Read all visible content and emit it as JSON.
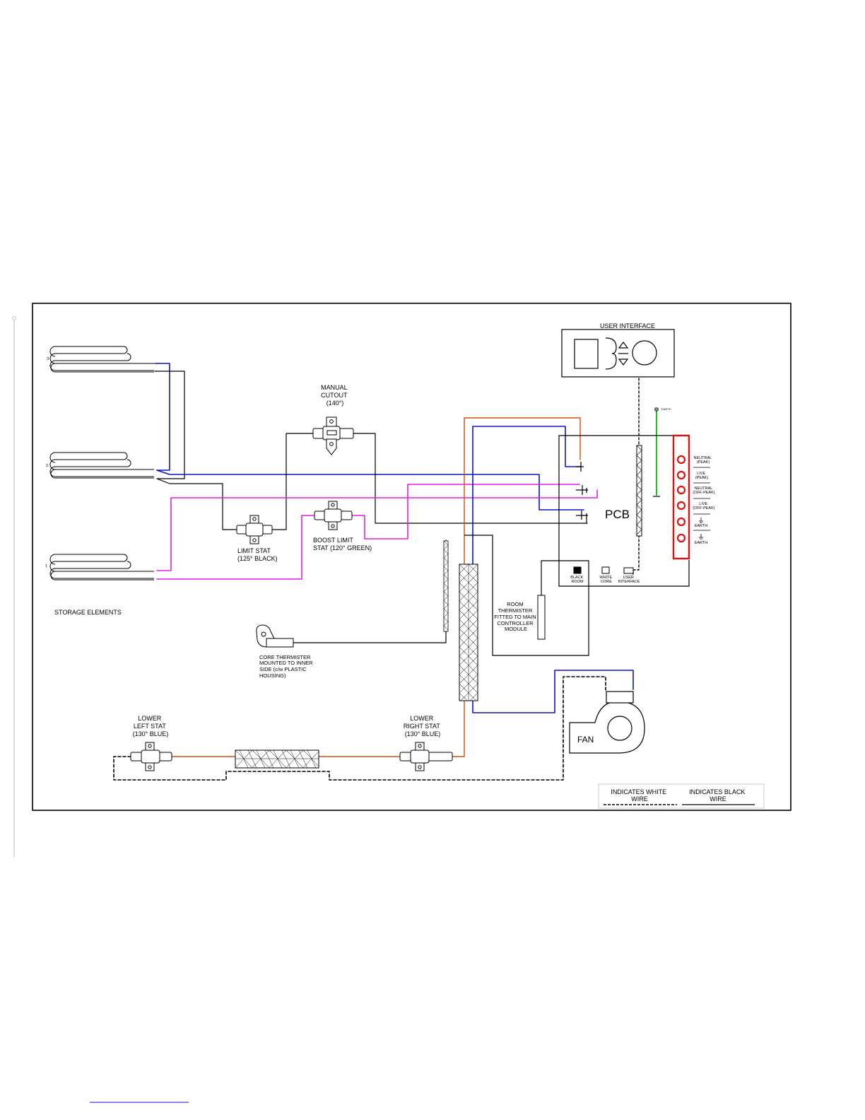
{
  "colors": {
    "frame": "#000000",
    "wire_black": "#000000",
    "wire_blue": "#1010c8",
    "wire_magenta": "#e020e0",
    "wire_orange": "#d05010",
    "wire_green": "#20c020",
    "terminal_red": "#e01010"
  },
  "labels": {
    "element_3": "3",
    "element_2": "2",
    "element_1": "1",
    "storage_elements": "STORAGE ELEMENTS",
    "manual_cutout": [
      "MANUAL",
      "CUTOUT",
      "(140°)"
    ],
    "limit_stat": [
      "LIMIT STAT",
      "(125° BLACK)"
    ],
    "boost_limit_stat": [
      "BOOST LIMIT",
      "STAT (120° GREEN)"
    ],
    "user_interface": "USER INTERFACE",
    "pcb": "PCB",
    "earth_small": "EARTH",
    "terminals": [
      [
        "NEUTRAL",
        "(PEAK)"
      ],
      [
        "LIVE",
        "(PEAK)"
      ],
      [
        "NEUTRAL",
        "(OFF-PEAK)"
      ],
      [
        "LIVE",
        "(OFF-PEAK)"
      ],
      [
        "EARTH"
      ],
      [
        "EARTH"
      ]
    ],
    "connectors": {
      "black_room": [
        "BLACK",
        "ROOM"
      ],
      "white_core": [
        "WHITE",
        "CORE"
      ],
      "user_interface": [
        "USER",
        "INTERFACE"
      ]
    },
    "room_thermistor": [
      "ROOM",
      "THERMISTER",
      "FITTED TO MAIN",
      "CONTROLLER",
      "MODULE"
    ],
    "core_thermistor": [
      "CORE THERMISTER",
      "MOUNTED TO INNER",
      "SIDE (c/w PLASTIC",
      "HOUSING)"
    ],
    "lower_left_stat": [
      "LOWER",
      "LEFT STAT",
      "(130° BLUE)"
    ],
    "lower_right_stat": [
      "LOWER",
      "RIGHT STAT",
      "(130° BLUE)"
    ],
    "fan": "FAN"
  },
  "legend": {
    "white_wire": [
      "INDICATES  WHITE",
      "WIRE"
    ],
    "black_wire": [
      "INDICATES  BLACK",
      "WIRE"
    ]
  }
}
